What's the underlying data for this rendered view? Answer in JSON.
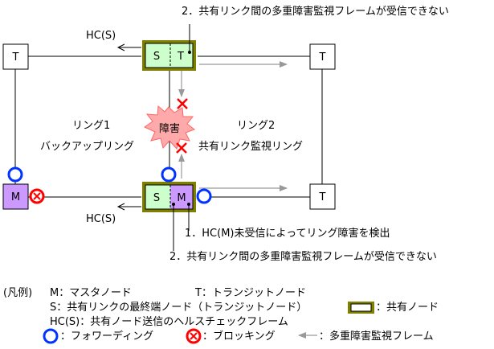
{
  "node_labels": {
    "transit": "T",
    "master": "M",
    "shared": "S"
  },
  "rings": {
    "ring1_name": "リング1",
    "ring1_role": "バックアップリング",
    "ring2_name": "リング2",
    "ring2_role": "共有リンク監視リング"
  },
  "fault_label": "障害",
  "hc_top": "HC(S)",
  "hc_bottom": "HC(S)",
  "annotations": {
    "top_note": "2．共有リンク間の多重障害監視フレームが受信できない",
    "note1": "1．HC(M)未受信によってリング障害を検出",
    "note2": "2．共有リンク間の多重障害監視フレームが受信できない"
  },
  "legend": {
    "line1_prefix": "(凡例)",
    "m_desc": "M：マスタノード",
    "t_desc": "T：トランジットノード",
    "s_desc": "S：共有リンクの最終端ノード（トランジットノード）",
    "shared_node_desc": "：共有ノード",
    "hc_desc": "HC(S)：共有ノード送信のヘルスチェックフレーム",
    "forwarding_desc": "：フォワーディング",
    "blocking_desc": "：ブロッキング",
    "multi_fault_desc": "：多重障害監視フレーム"
  },
  "colors": {
    "shared_fill": "#ccffcc",
    "master_fill": "#cc99ff",
    "shared_border": "#808000",
    "forwarding": "#0033ff",
    "blocking": "#ff0000",
    "fault_fill": "#ffaaaa",
    "monitor_arrow": "#999999"
  }
}
